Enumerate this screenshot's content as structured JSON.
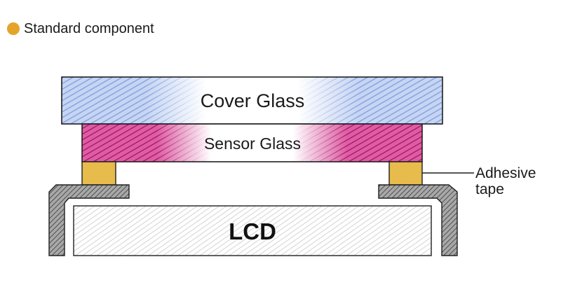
{
  "legend": {
    "label": "Standard component",
    "color": "#e4a42c"
  },
  "layers": {
    "cover_glass": {
      "label": "Cover Glass",
      "color": "#9bb6e8"
    },
    "sensor_glass": {
      "label": "Sensor Glass",
      "color": "#d62a8a"
    },
    "lcd": {
      "label": "LCD"
    }
  },
  "adhesive": {
    "label_line1": "Adhesive",
    "label_line2": "tape",
    "color": "#e7bb4c"
  },
  "frame": {
    "color": "#888888"
  }
}
